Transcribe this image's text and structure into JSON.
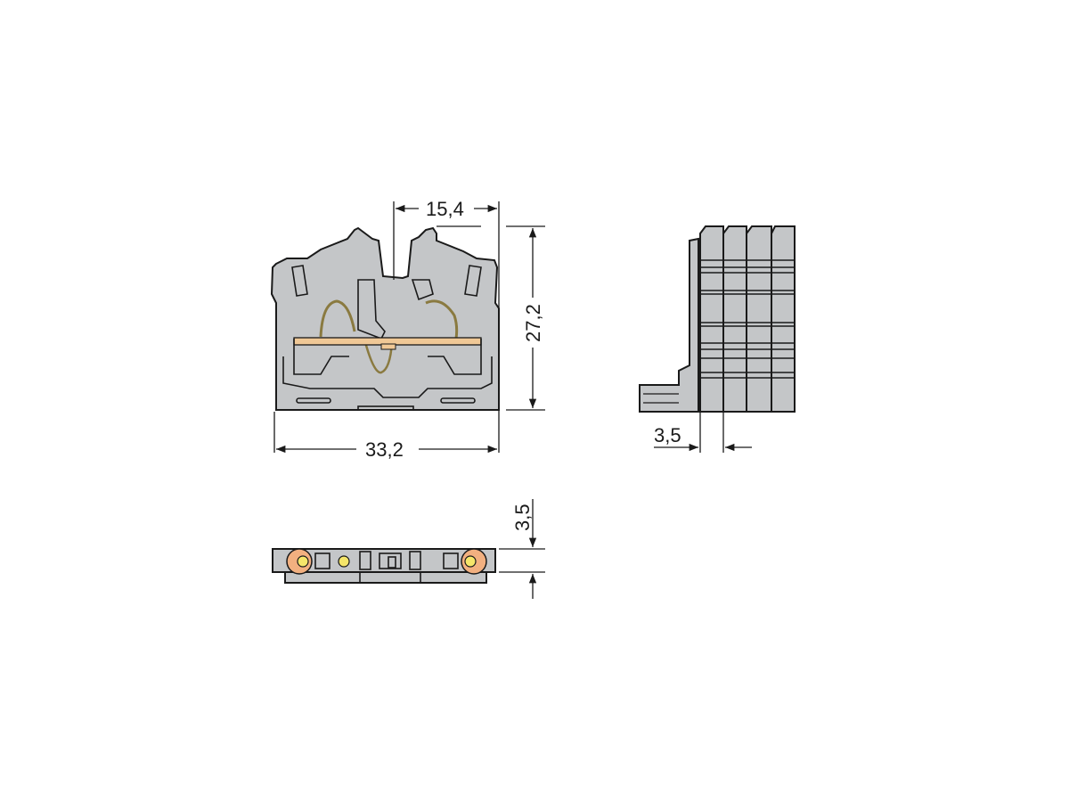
{
  "drawing": {
    "subject": "terminal block dimension drawing",
    "colors": {
      "housing": "#c4c6c8",
      "outline": "#1a1a1a",
      "jumper": "#f0c896",
      "clamp_spring": "#8a7a40",
      "led_glow": "#f5e66a",
      "led_halo": "#f2b080"
    },
    "front_view": {
      "dimensions": {
        "width": "33,2",
        "height": "27,2",
        "half_width": "15,4"
      }
    },
    "side_view": {
      "dimensions": {
        "pitch": "3,5"
      },
      "module_count": 4
    },
    "top_view": {
      "dimensions": {
        "thickness": "3,5"
      }
    }
  }
}
